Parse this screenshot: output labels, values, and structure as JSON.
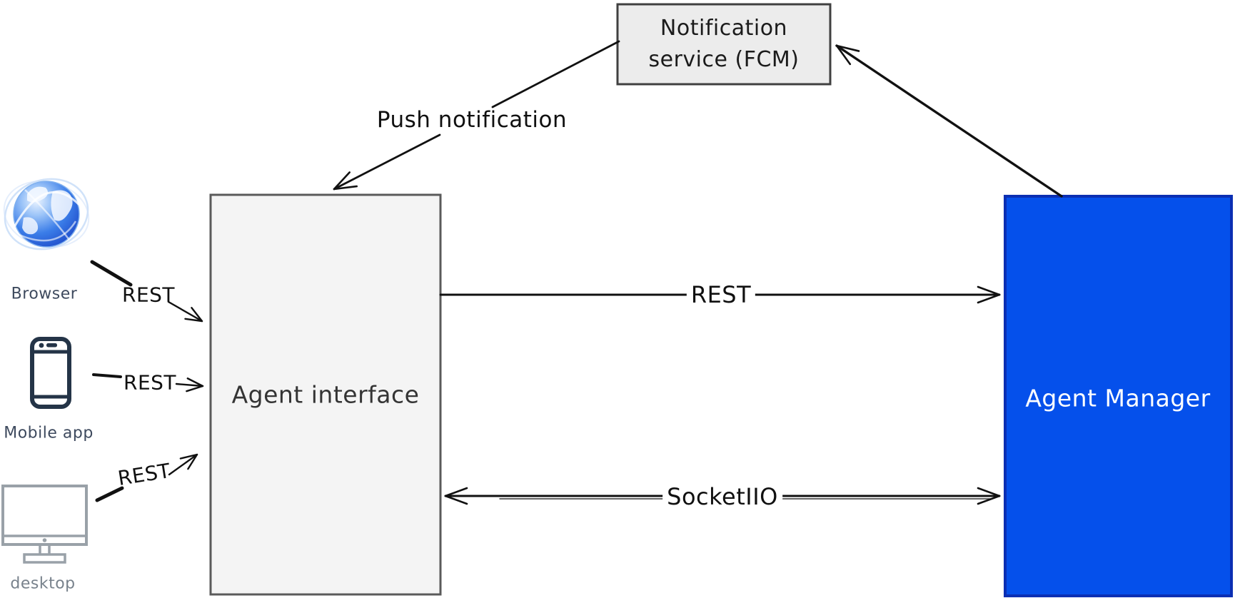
{
  "nodes": {
    "notification_service": {
      "label": "Notification service (FCM)",
      "line1": "Notification",
      "line2": "service (FCM)",
      "fill": "#ececec",
      "border": "#404040"
    },
    "agent_interface": {
      "label": "Agent interface",
      "fill": "#f4f4f4",
      "border": "#5a5a5a"
    },
    "agent_manager": {
      "label": "Agent Manager",
      "fill": "#0550eb",
      "border": "#0b2fb3",
      "text_color": "#ffffff"
    }
  },
  "clients": {
    "browser": {
      "label": "Browser",
      "icon": "globe-icon"
    },
    "mobile": {
      "label": "Mobile app",
      "icon": "smartphone-icon"
    },
    "desktop": {
      "label": "desktop",
      "icon": "monitor-icon"
    }
  },
  "edges": {
    "push": {
      "label": "Push notification"
    },
    "rest_main": {
      "label": "REST"
    },
    "socket": {
      "label": "SocketIIO"
    },
    "rest_browser": {
      "label": "REST"
    },
    "rest_mobile": {
      "label": "REST"
    },
    "rest_desktop": {
      "label": "REST"
    }
  },
  "colors": {
    "arrow": "#111111",
    "smartphone": "#243447",
    "monitor": "#99a1a8",
    "globe_dark": "#1d49c8",
    "globe_mid": "#3b7de8",
    "globe_light": "#eaf3ff"
  }
}
